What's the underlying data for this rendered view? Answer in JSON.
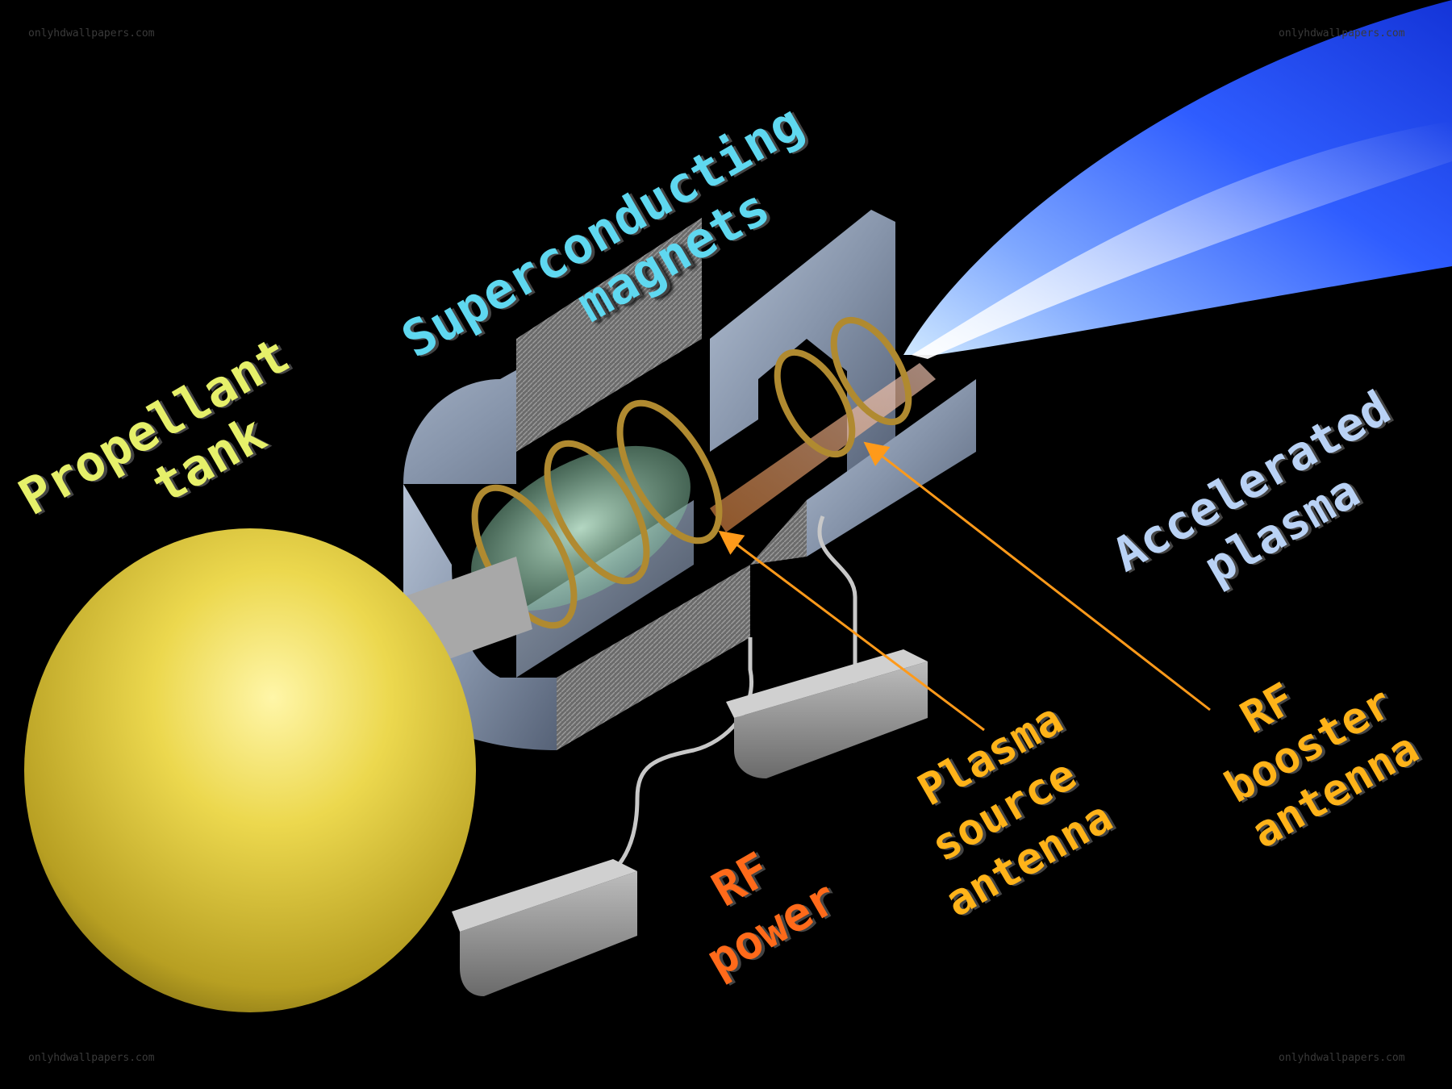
{
  "diagram": {
    "labels": {
      "propellant_tank": [
        "Propellant",
        "tank"
      ],
      "magnets": [
        "Superconducting",
        "magnets"
      ],
      "accelerated_plasma": [
        "Accelerated",
        "plasma"
      ],
      "rf_booster_antenna": [
        "RF",
        "booster",
        "antenna"
      ],
      "plasma_source_antenna": [
        "Plasma",
        "source",
        "antenna"
      ],
      "rf_power": [
        "RF",
        "power"
      ]
    },
    "watermark": "onlyhdwallpapers.com"
  },
  "colors": {
    "background": "#000000",
    "propellant_label": "#e6f06a",
    "magnets_label": "#5fd8f0",
    "accelerated_label": "#b9d2f5",
    "antenna_label": "#ffb319",
    "rf_power_label": "#ff6a1a",
    "tank": "#e3cf43",
    "magnet_body": "#7f8da3",
    "plasma_plume": "#2d5cff",
    "arrow": "#ff9a1a",
    "coil": "#b08a30",
    "rf_box": "#8a8a8a"
  }
}
